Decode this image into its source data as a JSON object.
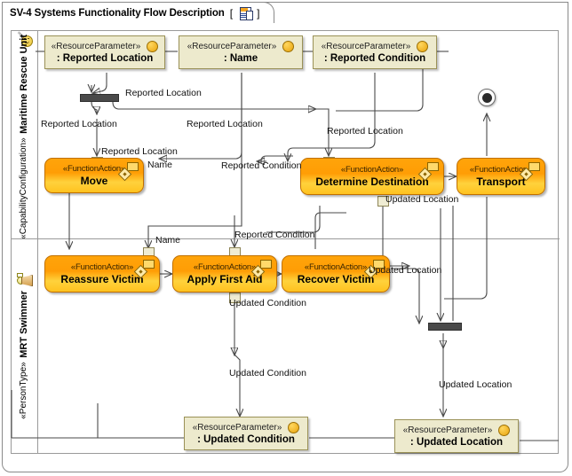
{
  "diagram": {
    "title": "SV-4 Systems Functionality Flow Description",
    "bracket_open": "[",
    "bracket_close": "]",
    "icon": "activity-diagram-icon"
  },
  "lanes": [
    {
      "stereotype": "«CapabilityConfiguration»",
      "name": "Maritime Rescue Unit",
      "icon": "capability-configuration-icon"
    },
    {
      "stereotype": "«PersonType»",
      "name": "MRT Swimmer",
      "icon": "person-type-icon"
    }
  ],
  "resource_parameters": [
    {
      "id": "rp-reported-location",
      "stereotype": "«ResourceParameter»",
      "name": ": Reported Location",
      "icon": "object-node-icon"
    },
    {
      "id": "rp-name",
      "stereotype": "«ResourceParameter»",
      "name": ": Name",
      "icon": "object-node-icon"
    },
    {
      "id": "rp-reported-condition",
      "stereotype": "«ResourceParameter»",
      "name": ": Reported Condition",
      "icon": "object-node-icon"
    },
    {
      "id": "rp-updated-condition",
      "stereotype": "«ResourceParameter»",
      "name": ": Updated Condition",
      "icon": "object-node-icon"
    },
    {
      "id": "rp-updated-location",
      "stereotype": "«ResourceParameter»",
      "name": ": Updated Location",
      "icon": "object-node-icon"
    }
  ],
  "actions": [
    {
      "id": "act-move",
      "stereotype": "«FunctionAction»",
      "name": "Move",
      "lane": "Maritime Rescue Unit"
    },
    {
      "id": "act-determine-destination",
      "stereotype": "«FunctionAction»",
      "name": "Determine Destination",
      "lane": "Maritime Rescue Unit"
    },
    {
      "id": "act-transport",
      "stereotype": "«FunctionAction»",
      "name": "Transport",
      "lane": "Maritime Rescue Unit"
    },
    {
      "id": "act-reassure-victim",
      "stereotype": "«FunctionAction»",
      "name": "Reassure Victim",
      "lane": "MRT Swimmer"
    },
    {
      "id": "act-apply-first-aid",
      "stereotype": "«FunctionAction»",
      "name": "Apply First Aid",
      "lane": "MRT Swimmer"
    },
    {
      "id": "act-recover-victim",
      "stereotype": "«FunctionAction»",
      "name": "Recover Victim",
      "lane": "MRT Swimmer"
    }
  ],
  "control_nodes": [
    {
      "id": "fork-top",
      "type": "fork-bar"
    },
    {
      "id": "join-bottom",
      "type": "join-bar"
    },
    {
      "id": "final-node",
      "type": "activity-final-node"
    }
  ],
  "edge_labels": [
    {
      "id": "el-1",
      "text": "Reported Location"
    },
    {
      "id": "el-2",
      "text": "Reported Location"
    },
    {
      "id": "el-3",
      "text": "Reported Location"
    },
    {
      "id": "el-4",
      "text": "Reported Location"
    },
    {
      "id": "el-5",
      "text": "Reported Location"
    },
    {
      "id": "el-6",
      "text": "Reported Condition"
    },
    {
      "id": "el-7",
      "text": "Name"
    },
    {
      "id": "el-8",
      "text": "Name"
    },
    {
      "id": "el-9",
      "text": "Reported Condition"
    },
    {
      "id": "el-10",
      "text": "Updated Location"
    },
    {
      "id": "el-11",
      "text": "Updated Location"
    },
    {
      "id": "el-12",
      "text": "Updated Condition"
    },
    {
      "id": "el-13",
      "text": "Updated Condition"
    },
    {
      "id": "el-14",
      "text": "Updated Location"
    }
  ],
  "colors": {
    "action_fill_top": "#ffa40a",
    "action_fill_bottom": "#ffc21f",
    "action_border": "#c07000",
    "resource_fill": "#edeacd",
    "resource_border": "#9a9157",
    "pin_fill": "#efecd3",
    "bar_fill": "#4a4a4a",
    "edge_stroke": "#4a4a4a",
    "frame_border": "#8a8a8a",
    "object_dot": "#e8a30c"
  }
}
